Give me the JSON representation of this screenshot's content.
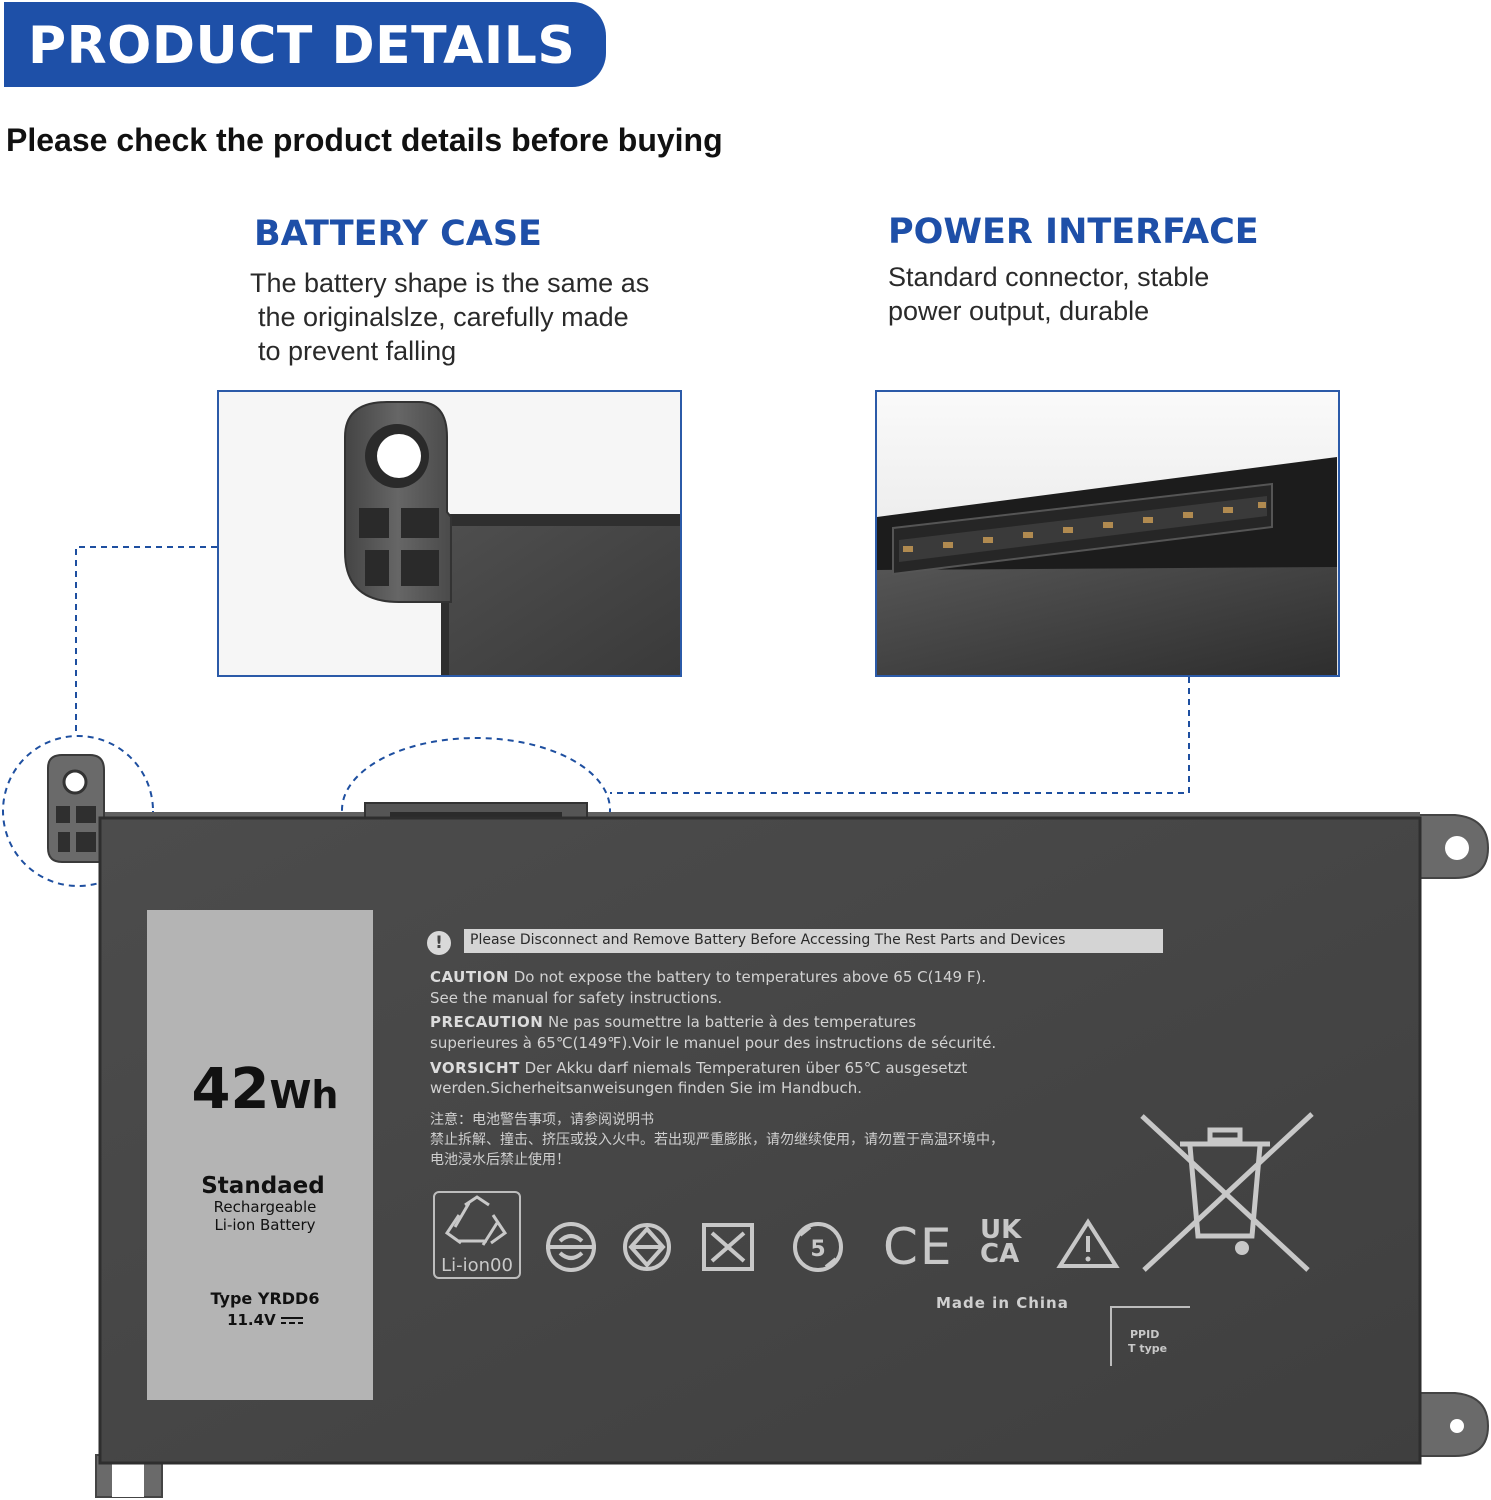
{
  "header": {
    "title": "PRODUCT DETAILS",
    "subtitle": "Please check the product details before buying"
  },
  "sections": {
    "battery_case": {
      "title": "BATTERY CASE",
      "lines": [
        "The battery shape is the same as",
        "the originalslze, carefully made",
        "to prevent falling"
      ]
    },
    "power_interface": {
      "title": "POWER INTERFACE",
      "lines": [
        "Standard connector, stable",
        "power output, durable"
      ]
    }
  },
  "battery_label": {
    "capacity_number": "42",
    "capacity_unit": "Wh",
    "name": "Standaed",
    "line2": "Rechargeable",
    "line3": "Li-ion Battery",
    "type": "Type YRDD6",
    "voltage": "11.4V"
  },
  "warnings": {
    "banner": "Please Disconnect and Remove Battery Before Accessing The Rest Parts and Devices",
    "caution_head": "CAUTION",
    "caution_l1": "Do not expose the battery to temperatures above 65 C(149 F).",
    "caution_l2": "See the manual for safety instructions.",
    "precaution_head": "PRECAUTION",
    "precaution_l1": "Ne pas soumettre la batterie à des temperatures",
    "precaution_l2": "superieures à 65℃(149℉).Voir le manuel pour des instructions de sécurité.",
    "vorsicht_head": "VORSICHT",
    "vorsicht_l1": "Der Akku darf niemals Temperaturen über 65℃ ausgesetzt",
    "vorsicht_l2": "werden.Sicherheitsanweisungen finden Sie im Handbuch.",
    "cn_l1": "注意：电池警告事项，请参阅说明书",
    "cn_l2": "禁止拆解、撞击、挤压或投入火中。若出现严重膨胀，请勿继续使用，请勿置于高温环境中，",
    "cn_l3": "电池浸水后禁止使用！"
  },
  "marks": {
    "recycle_label": "Li-ion00",
    "ce": "CE",
    "ukca_top": "UK",
    "ukca_bottom": "CA",
    "made_in": "Made in China",
    "ppid": "PPID",
    "ttype": "T type"
  },
  "colors": {
    "accent": "#1e50a8",
    "battery_body": "#4a4a4a",
    "label_bg": "#b4b4b4"
  }
}
